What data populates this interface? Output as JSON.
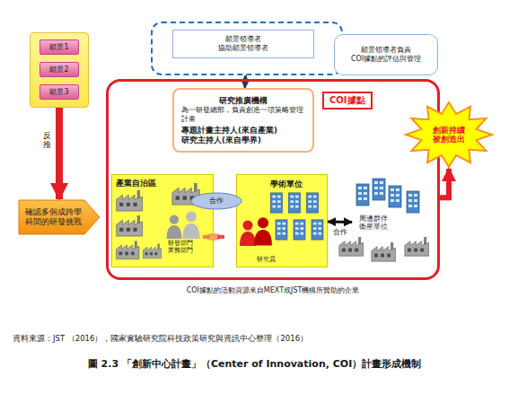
{
  "diagram": {
    "caption": "圖 2.3 「創新中心計畫」（Center of Innovation, COI）計畫形成機制",
    "nodes": [
      {
        "text": []
      },
      {
        "text": [
          "願景1"
        ],
        "in": 0
      },
      {
        "text": [
          "願景2"
        ],
        "in": 0
      },
      {
        "text": [
          "願景3"
        ],
        "in": 0
      },
      {
        "text": [
          "確認多個成跨學科間的研發挑戰"
        ]
      },
      {
        "text": []
      },
      {
        "text": [
          "願景領導者",
          "協助願景領導者"
        ],
        "in": 5
      },
      {
        "text": [
          "願景領導者負責",
          "COI據點的評估與管理"
        ]
      },
      {
        "text": [
          "COI據點"
        ]
      },
      {
        "text": [
          "研究推廣機構",
          "為一研發總部，負責創造一項策略管理計畫",
          "專題計畫主持人(來自產業)",
          "研究主持人(來自學界)"
        ],
        "in": 8
      },
      {
        "text": [
          "產業自治區",
          "研發部門 業務部門"
        ],
        "in": 8
      },
      {
        "text": [
          "學術單位",
          "研究員"
        ],
        "in": 8
      },
      {
        "text": [
          "合作"
        ],
        "in": 8
      },
      {
        "text": [
          "周邊群伴 衛星單位"
        ],
        "in": 8
      },
      {
        "text": [
          "創新持續被創造出"
        ]
      }
    ],
    "edges": [
      {
        "from": 0,
        "to": 4,
        "arrow": "to",
        "label": "反推"
      },
      {
        "from": 5,
        "to": 9,
        "arrow": "both"
      },
      {
        "from": 11,
        "to": 13,
        "arrow": "both",
        "label": "合作"
      },
      {
        "from": 8,
        "to": 14,
        "arrow": "to"
      }
    ],
    "labels": [
      "COI據點的活動資源來自MEXT或JST機構所贊助的企業",
      "資料來源：JST （2016），國家實驗研究院科技政策研究與資訊中心整理（2016）"
    ]
  }
}
